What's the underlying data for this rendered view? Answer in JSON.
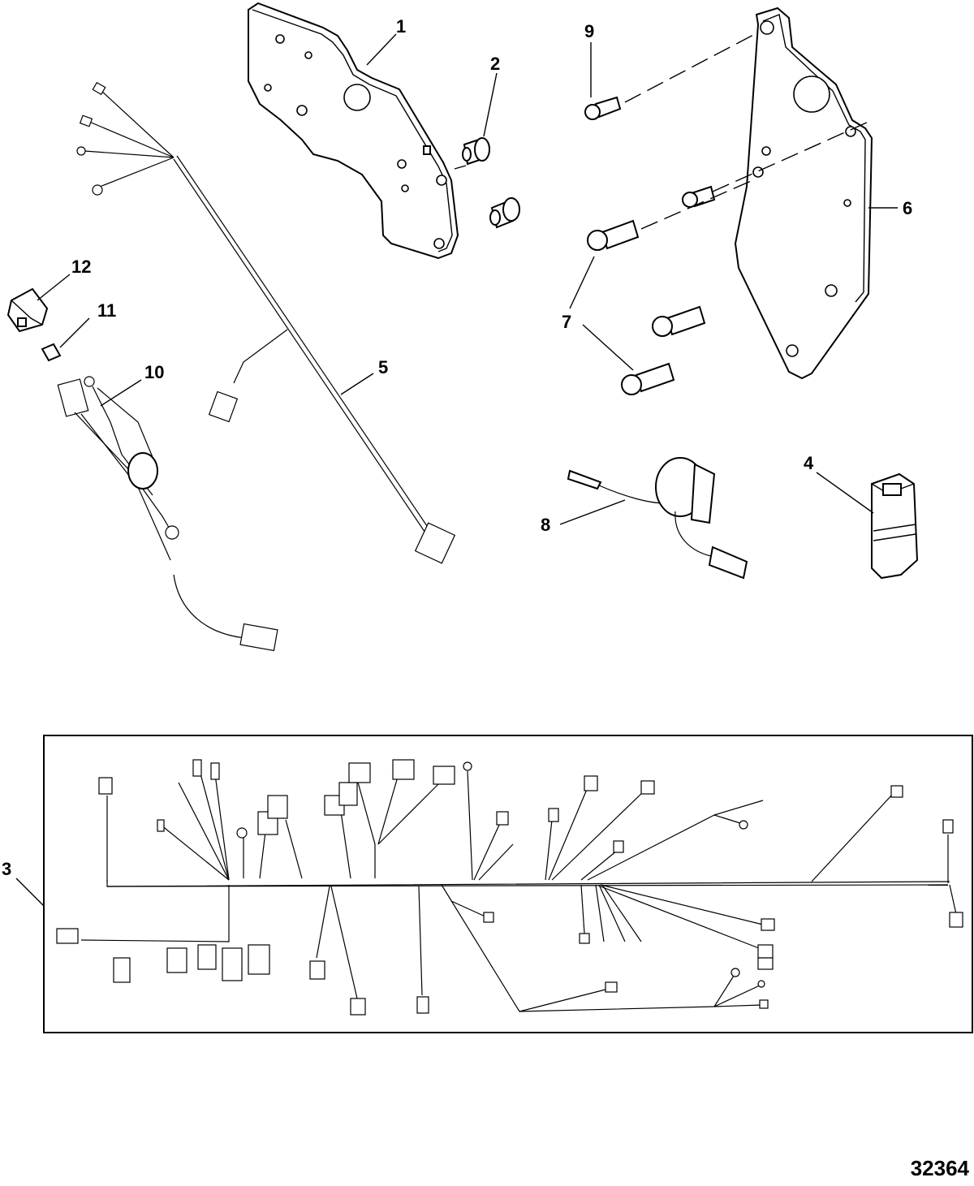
{
  "callouts": [
    "1",
    "2",
    "3",
    "4",
    "5",
    "6",
    "7",
    "8",
    "9",
    "10",
    "11",
    "12"
  ],
  "figure_number": "32364"
}
